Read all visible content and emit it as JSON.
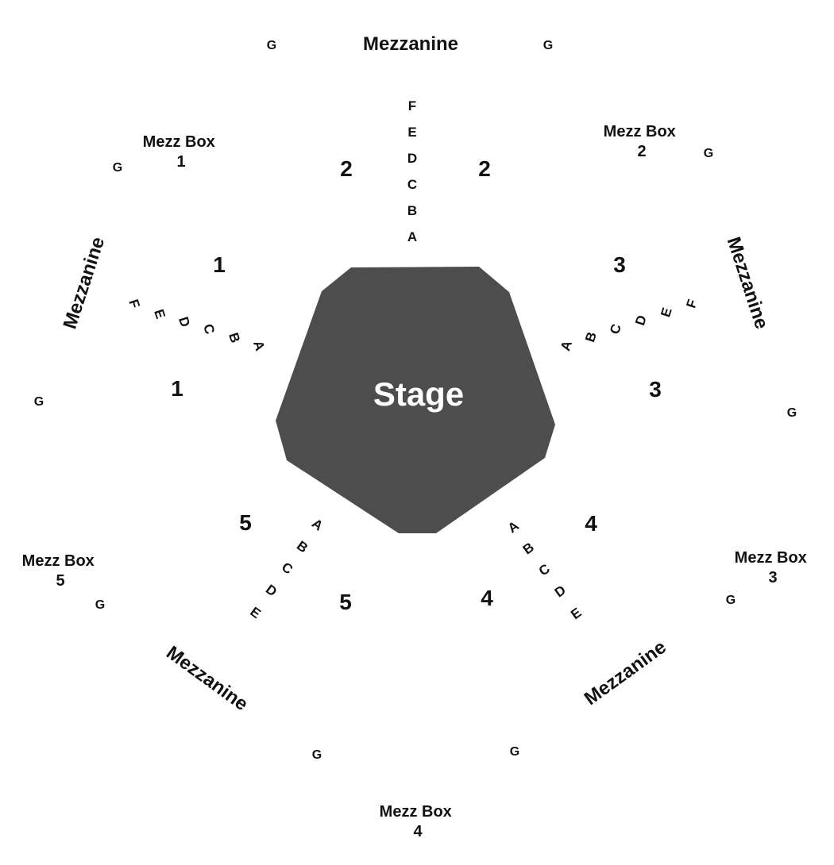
{
  "stage": {
    "label": "Stage",
    "fill": "#4d4d4d",
    "label_color": "#ffffff"
  },
  "mezzanine_labels": [
    "Mezzanine",
    "Mezzanine",
    "Mezzanine",
    "Mezzanine",
    "Mezzanine"
  ],
  "mezz_boxes": [
    {
      "name": "Mezz Box",
      "number": "1"
    },
    {
      "name": "Mezz Box",
      "number": "2"
    },
    {
      "name": "Mezz Box",
      "number": "3"
    },
    {
      "name": "Mezz Box",
      "number": "4"
    },
    {
      "name": "Mezz Box",
      "number": "5"
    }
  ],
  "section_numbers": [
    "1",
    "1",
    "2",
    "2",
    "3",
    "3",
    "4",
    "4",
    "5",
    "5"
  ],
  "rows": {
    "section_1": [
      "F",
      "E",
      "D",
      "C",
      "B",
      "A"
    ],
    "section_2": [
      "F",
      "E",
      "D",
      "C",
      "B",
      "A"
    ],
    "section_3": [
      "A",
      "B",
      "C",
      "D",
      "E",
      "F"
    ],
    "section_4": [
      "A",
      "B",
      "C",
      "D",
      "E"
    ],
    "section_5": [
      "A",
      "B",
      "C",
      "D",
      "E"
    ]
  },
  "g_label": "G"
}
